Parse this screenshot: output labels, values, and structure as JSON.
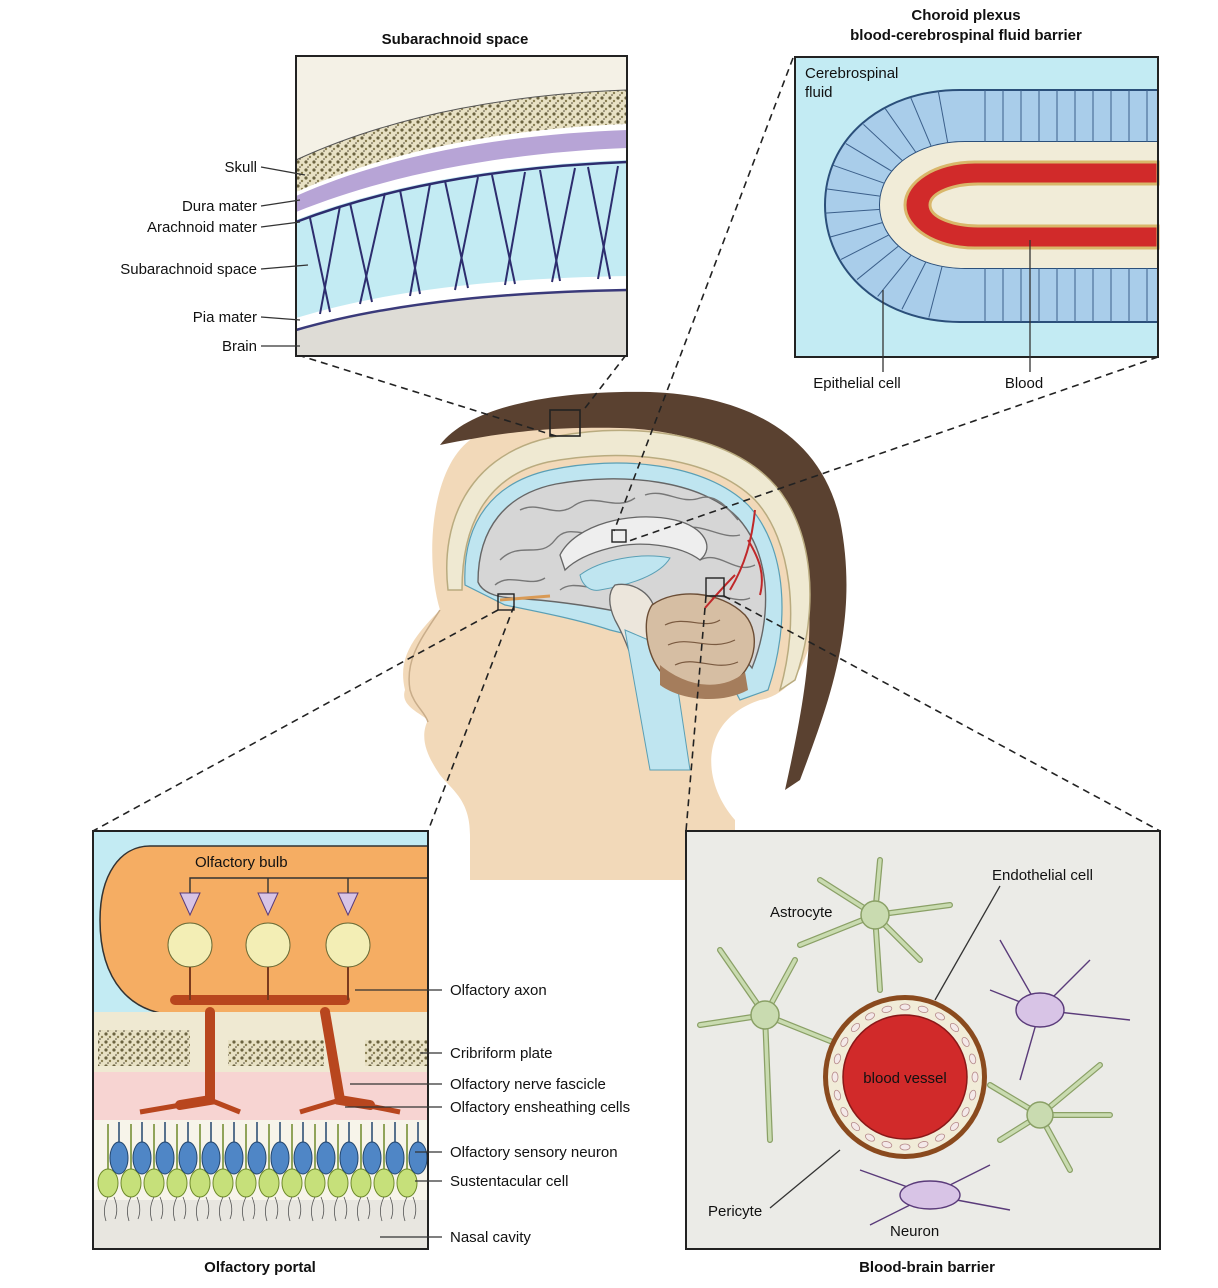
{
  "titles": {
    "subarachnoid": "Subarachnoid space",
    "choroid_line1": "Choroid plexus",
    "choroid_line2": "blood-cerebrospinal fluid barrier",
    "olfactory": "Olfactory portal",
    "bbb": "Blood-brain barrier"
  },
  "subarachnoid_labels": [
    "Skull",
    "Dura mater",
    "Arachnoid mater",
    "Subarachnoid space",
    "Pia mater",
    "Brain"
  ],
  "choroid_labels": {
    "csf_line1": "Cerebrospinal",
    "csf_line2": "fluid",
    "epithelial": "Epithelial cell",
    "blood": "Blood"
  },
  "olfactory_labels": {
    "bulb": "Olfactory bulb",
    "items": [
      "Olfactory axon",
      "Cribriform plate",
      "Olfactory nerve fascicle",
      "Olfactory ensheathing cells",
      "Olfactory sensory neuron",
      "Sustentacular cell",
      "Nasal cavity"
    ]
  },
  "bbb_labels": {
    "endothelial": "Endothelial cell",
    "astrocyte": "Astrocyte",
    "vessel": "blood vessel",
    "pericyte": "Pericyte",
    "neuron": "Neuron"
  },
  "colors": {
    "skin": "#f2d9b9",
    "hair": "#5a4130",
    "csf": "#bfe5f0",
    "brain": "#d6d6d6",
    "bone": "#efe9d2",
    "dura": "#b7a4d6",
    "blood": "#d12a2a",
    "bulb": "#f5ad63",
    "astrocyte": "#c9dbb0",
    "neuron": "#d8c4e6",
    "sensory_neuron": "#4f86c6",
    "sustentacular": "#c6e07a"
  }
}
